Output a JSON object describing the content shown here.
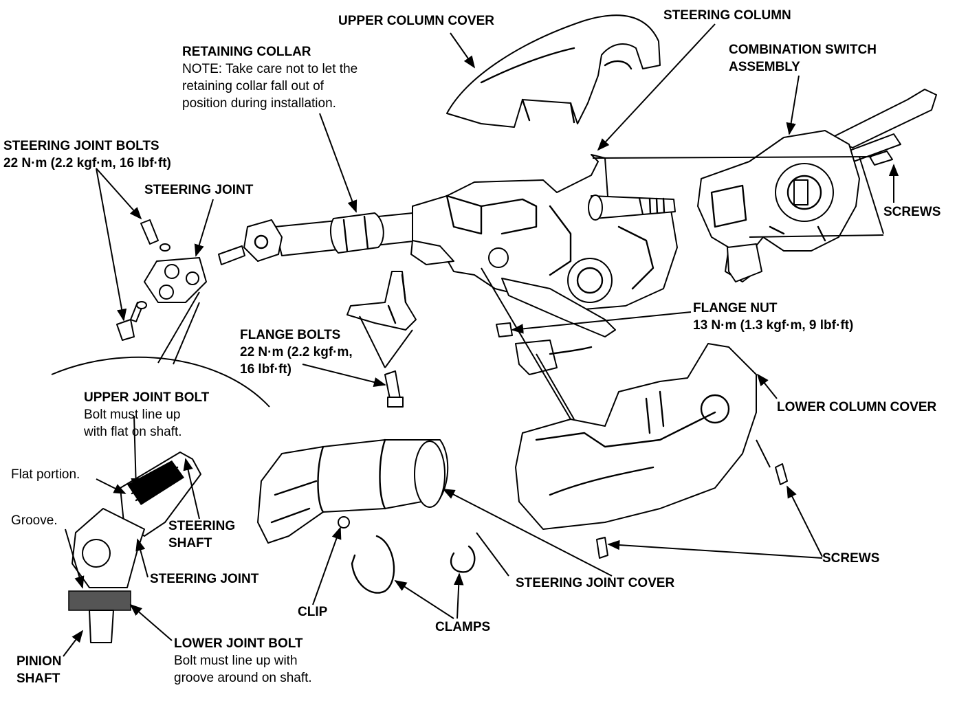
{
  "labels": {
    "upper_column_cover": "UPPER COLUMN COVER",
    "steering_column": "STEERING COLUMN",
    "combination_switch": [
      "COMBINATION SWITCH",
      "ASSEMBLY"
    ],
    "retaining_collar": {
      "title": "RETAINING COLLAR",
      "note": [
        "NOTE:  Take care not to let the",
        "retaining collar fall out of",
        "position during installation."
      ]
    },
    "steering_joint_bolts": {
      "title": "STEERING JOINT BOLTS",
      "spec": "22 N·m (2.2 kgf·m, 16 lbf·ft)"
    },
    "steering_joint_top": "STEERING JOINT",
    "screws_right": "SCREWS",
    "flange_nut": {
      "title": "FLANGE NUT",
      "spec": "13 N·m (1.3 kgf·m, 9 lbf·ft)"
    },
    "flange_bolts": {
      "title": "FLANGE BOLTS",
      "spec": [
        "22 N·m (2.2 kgf·m,",
        "16 lbf·ft)"
      ]
    },
    "lower_column_cover": "LOWER COLUMN COVER",
    "upper_joint_bolt": {
      "title": "UPPER JOINT BOLT",
      "note": [
        "Bolt must line up",
        "with flat on shaft."
      ]
    },
    "flat_portion": "Flat portion.",
    "groove": "Groove.",
    "steering_shaft": [
      "STEERING",
      "SHAFT"
    ],
    "steering_joint_bottom": "STEERING JOINT",
    "steering_joint_cover": "STEERING JOINT COVER",
    "screws_lower": "SCREWS",
    "clip": "CLIP",
    "clamps": "CLAMPS",
    "lower_joint_bolt": {
      "title": "LOWER JOINT BOLT",
      "note": [
        "Bolt must line up with",
        "groove around on shaft."
      ]
    },
    "pinion_shaft": [
      "PINION",
      "SHAFT"
    ]
  }
}
